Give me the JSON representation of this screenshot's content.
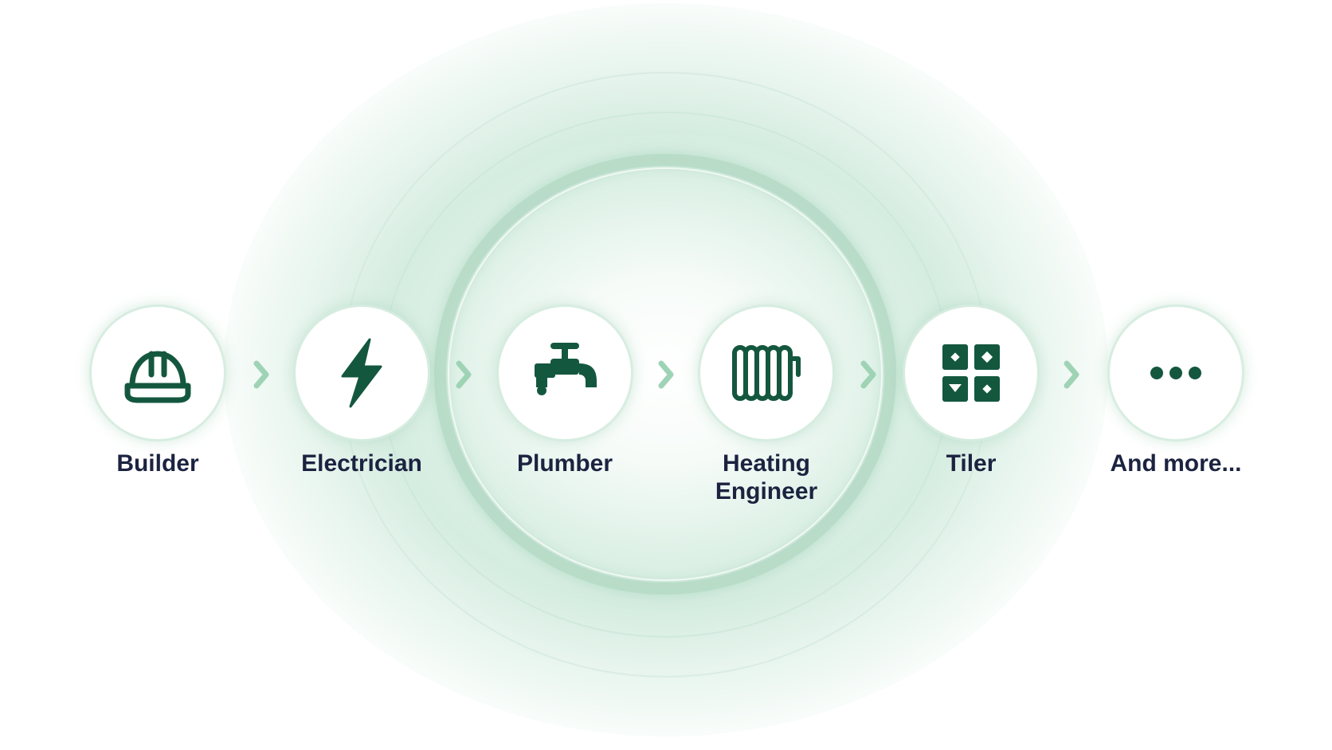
{
  "steps": [
    {
      "label": "Builder",
      "icon": "hard-hat-icon"
    },
    {
      "label": "Electrician",
      "icon": "lightning-bolt-icon"
    },
    {
      "label": "Plumber",
      "icon": "tap-icon"
    },
    {
      "label": "Heating\nEngineer",
      "icon": "radiator-icon"
    },
    {
      "label": "Tiler",
      "icon": "tiles-icon"
    },
    {
      "label": "And more...",
      "icon": "ellipsis-icon"
    }
  ],
  "colors": {
    "icon": "#14573f",
    "label": "#1b2340",
    "chevron": "#9fd3b6",
    "glow": "#cde9da"
  }
}
